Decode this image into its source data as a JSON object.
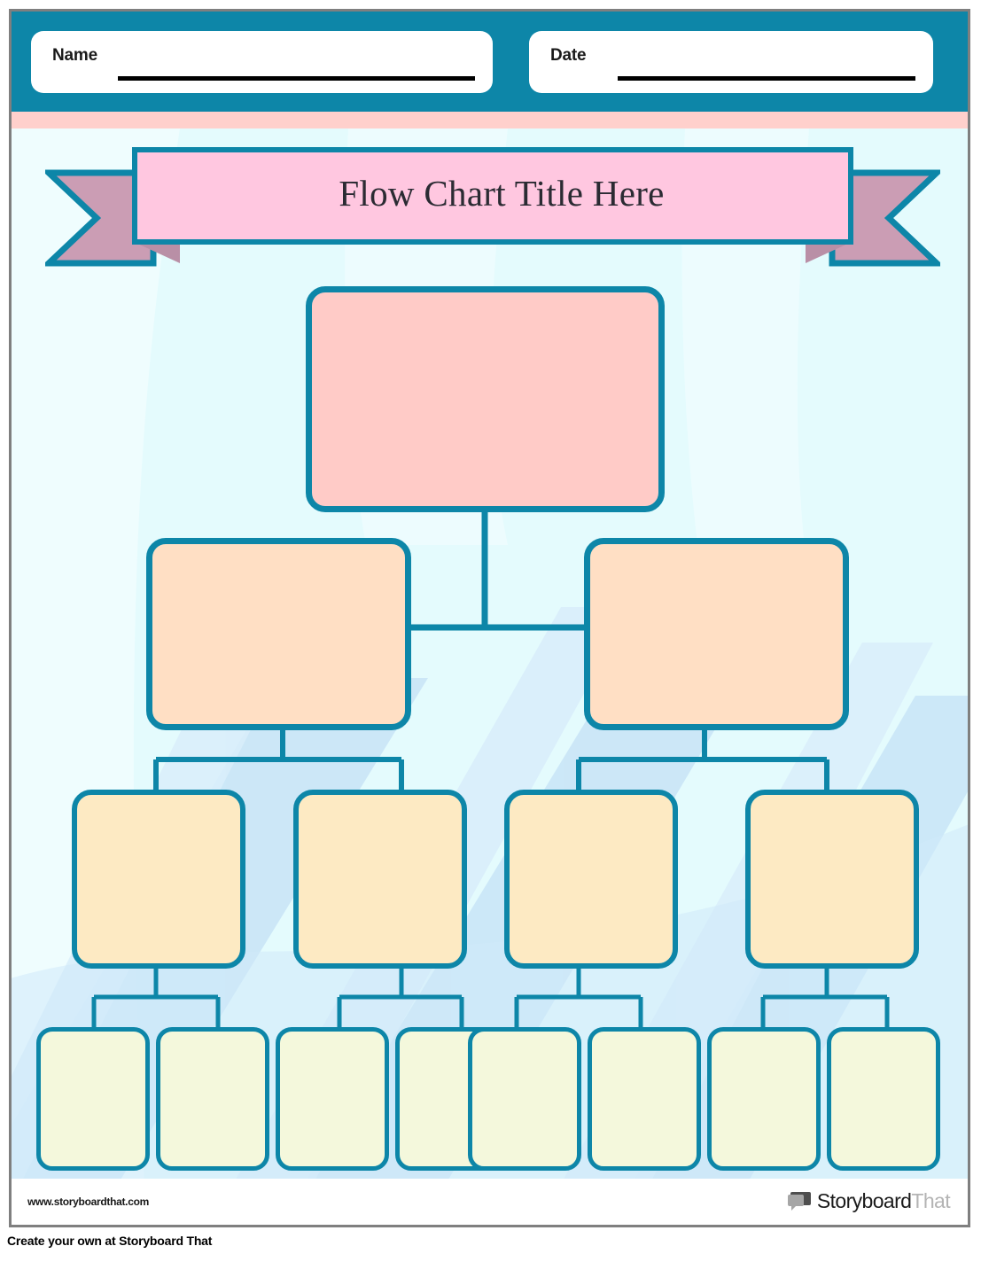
{
  "page": {
    "background_color": "#e4fbfd",
    "border_color": "#7f7f7f",
    "accent_teal": "#0d86a8",
    "accent_pink": "#ffd0cc"
  },
  "header": {
    "name_field": {
      "label": "Name",
      "value": "",
      "placeholder": ""
    },
    "date_field": {
      "label": "Date",
      "value": "",
      "placeholder": ""
    }
  },
  "title_ribbon": {
    "text": "Flow Chart Title Here",
    "panel_color": "#ffc7e0",
    "tail_color": "#cb9db4",
    "outline_color": "#0d86a8"
  },
  "chart_data": {
    "type": "diagram",
    "title": "Flow Chart Title Here",
    "layout": "top-down-tree",
    "levels": [
      {
        "level": 1,
        "fill": "#ffcbc7",
        "count": 1,
        "nodes": [
          {
            "id": "n1",
            "label": ""
          }
        ]
      },
      {
        "level": 2,
        "fill": "#ffdfc4",
        "count": 2,
        "nodes": [
          {
            "id": "n2",
            "label": ""
          },
          {
            "id": "n3",
            "label": ""
          }
        ]
      },
      {
        "level": 3,
        "fill": "#fdeac3",
        "count": 4,
        "nodes": [
          {
            "id": "n4",
            "label": ""
          },
          {
            "id": "n5",
            "label": ""
          },
          {
            "id": "n6",
            "label": ""
          },
          {
            "id": "n7",
            "label": ""
          }
        ]
      },
      {
        "level": 4,
        "fill": "#f4f8dc",
        "count": 8,
        "nodes": [
          {
            "id": "n8",
            "label": ""
          },
          {
            "id": "n9",
            "label": ""
          },
          {
            "id": "n10",
            "label": ""
          },
          {
            "id": "n11",
            "label": ""
          },
          {
            "id": "n12",
            "label": ""
          },
          {
            "id": "n13",
            "label": ""
          },
          {
            "id": "n14",
            "label": ""
          },
          {
            "id": "n15",
            "label": ""
          }
        ]
      }
    ],
    "edges": [
      {
        "from": "n1",
        "to": "n2"
      },
      {
        "from": "n1",
        "to": "n3"
      },
      {
        "from": "n2",
        "to": "n4"
      },
      {
        "from": "n2",
        "to": "n5"
      },
      {
        "from": "n3",
        "to": "n6"
      },
      {
        "from": "n3",
        "to": "n7"
      },
      {
        "from": "n4",
        "to": "n8"
      },
      {
        "from": "n4",
        "to": "n9"
      },
      {
        "from": "n5",
        "to": "n10"
      },
      {
        "from": "n5",
        "to": "n11"
      },
      {
        "from": "n6",
        "to": "n12"
      },
      {
        "from": "n6",
        "to": "n13"
      },
      {
        "from": "n7",
        "to": "n14"
      },
      {
        "from": "n7",
        "to": "n15"
      }
    ],
    "connector_color": "#0d86a8"
  },
  "footer": {
    "url": "www.storyboardthat.com",
    "logo_primary": "Storyboard",
    "logo_secondary": "That"
  },
  "attribution": "Create your own at Storyboard That"
}
